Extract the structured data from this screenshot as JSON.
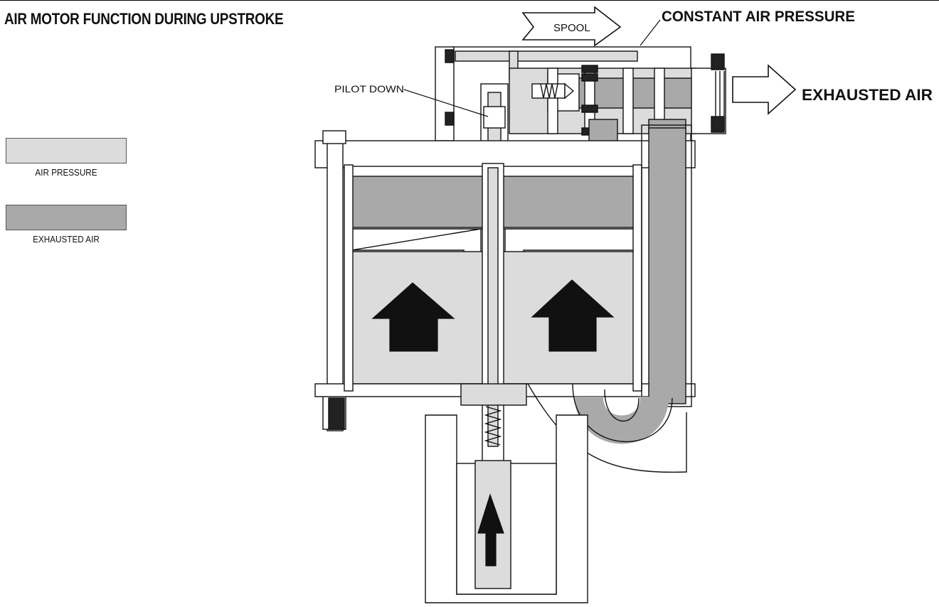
{
  "title": "AIR MOTOR FUNCTION DURING UPSTROKE",
  "legend": [
    {
      "label": "AIR PRESSURE",
      "color": "#dcdcdc"
    },
    {
      "label": "EXHAUSTED AIR",
      "color": "#a9a9a9"
    }
  ],
  "callouts": {
    "spool": "SPOOL",
    "constant_air_pressure": "CONSTANT AIR PRESSURE",
    "pilot_down": "PILOT DOWN",
    "exhausted_air": "EXHAUSTED AIR"
  },
  "colors": {
    "air_pressure": "#dcdcdc",
    "exhausted_air": "#a9a9a9",
    "outline": "#111111",
    "arrow_fill": "#111111"
  },
  "icons": [
    "up-arrow-icon",
    "spool-arrow-icon",
    "exhaust-arrow-icon"
  ]
}
